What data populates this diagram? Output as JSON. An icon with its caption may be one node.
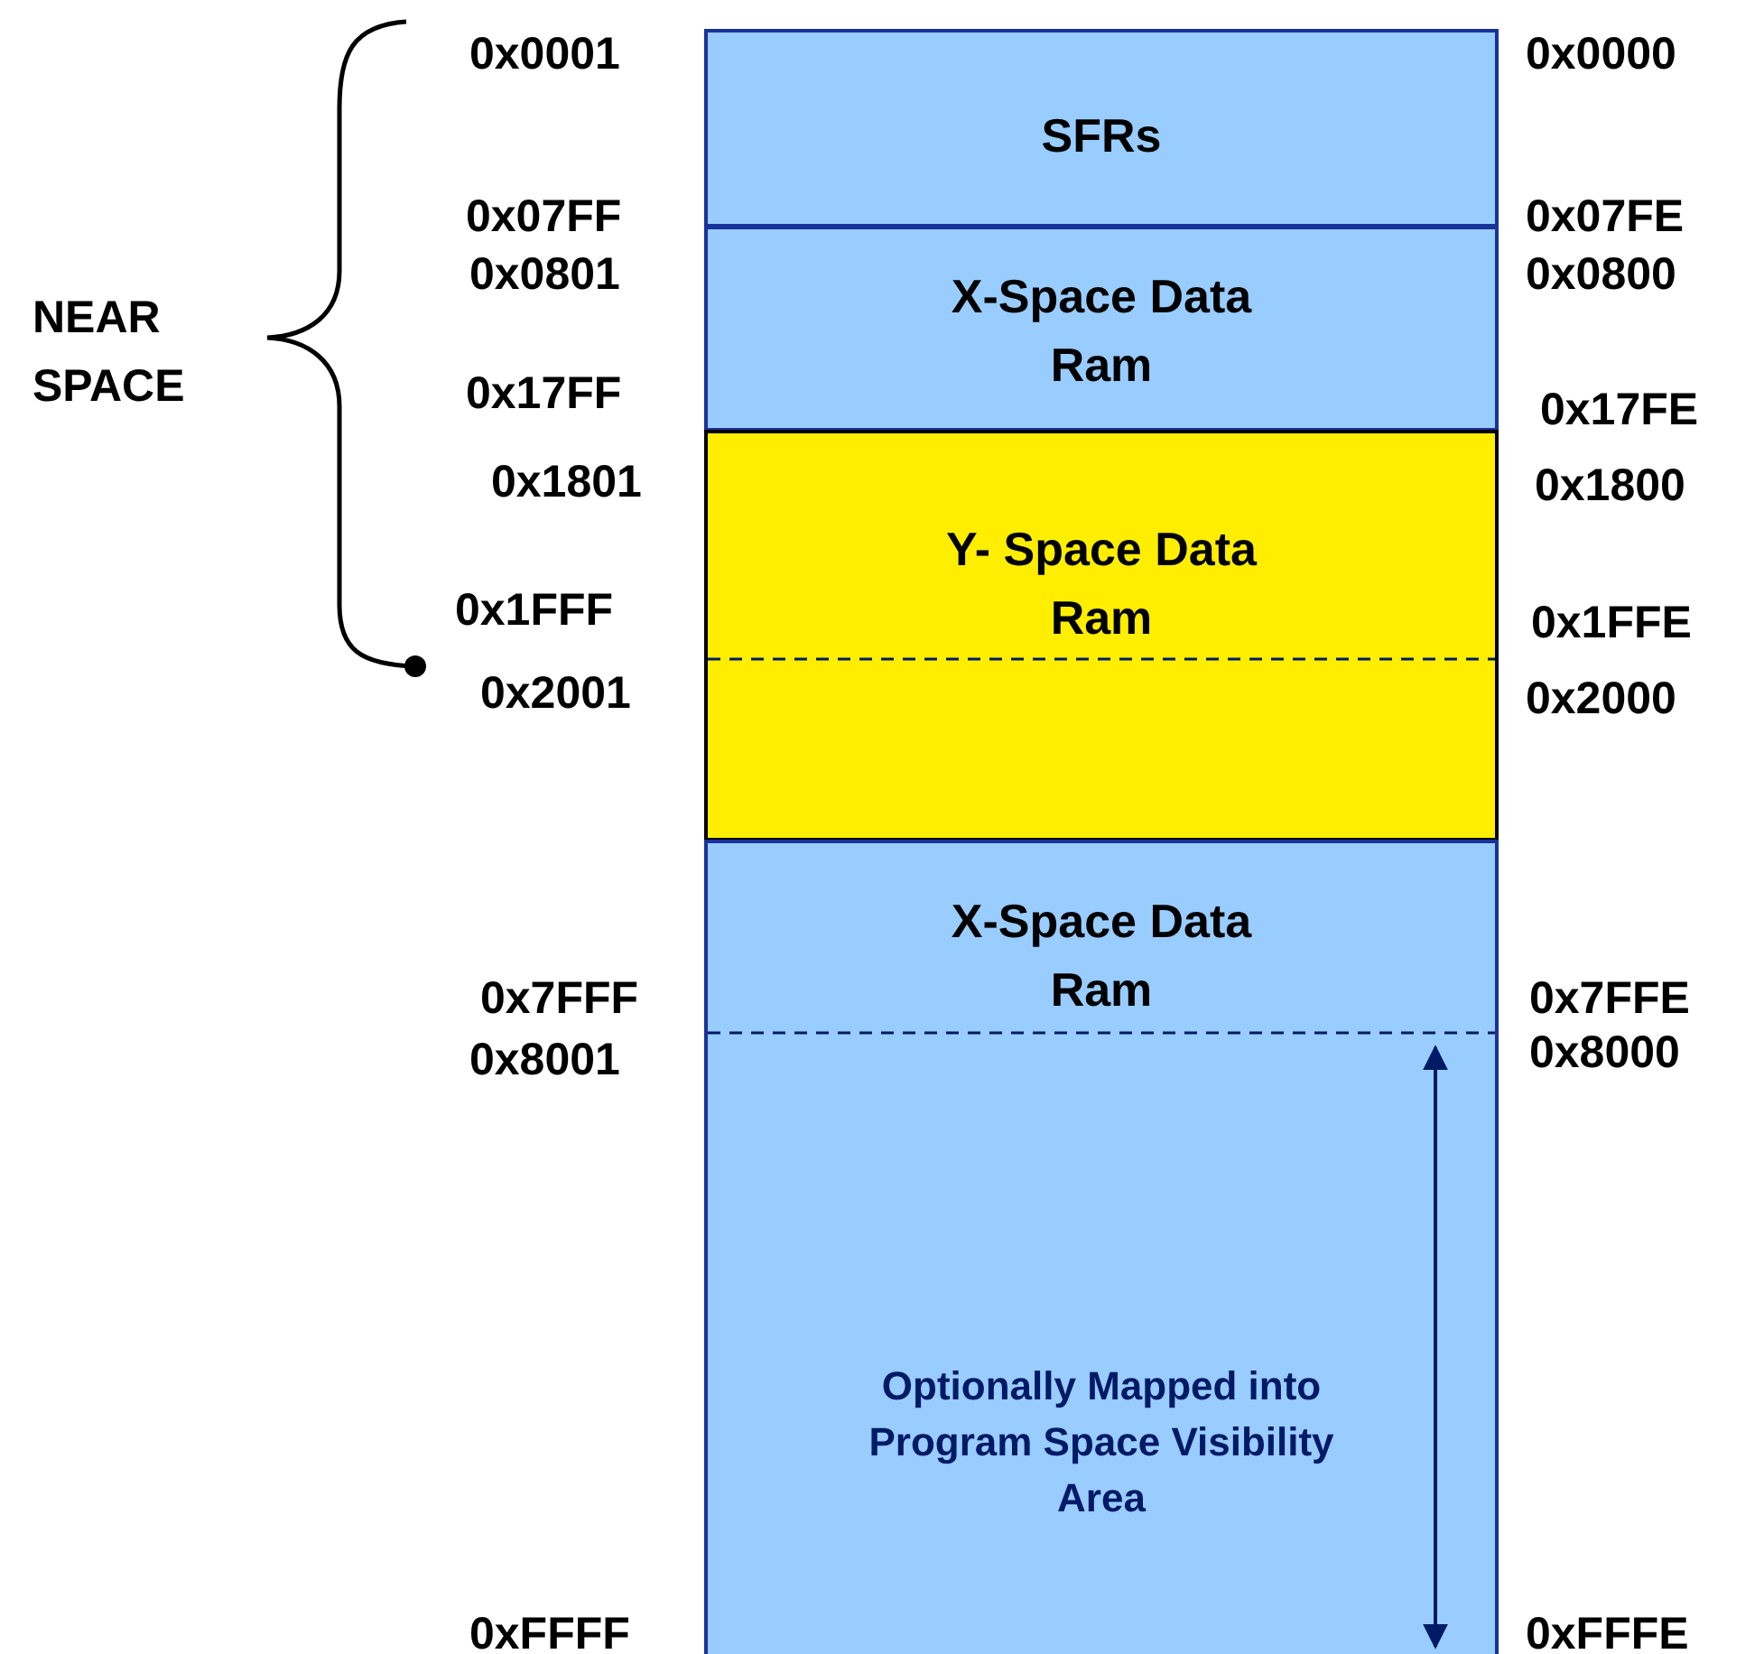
{
  "diagram": {
    "nodes": [
      {
        "text": [
          "SFRs"
        ]
      },
      {
        "text": [
          "X-Space Data Ram"
        ]
      },
      {
        "text": [
          "Y- Space Data Ram"
        ]
      },
      {
        "text": [
          "X-Space Data Ram",
          "Optionally Mapped into Program Space Visibility Area"
        ]
      }
    ],
    "edges": [],
    "labels": [
      "0x0001",
      "0x0000",
      "0x07FF",
      "0x07FE",
      "0x0801",
      "0x0800",
      "NEAR SPACE",
      "0x17FF",
      "0x17FE",
      "0x1801",
      "0x1800",
      "0x1FFF",
      "0x1FFE",
      "0x2001",
      "0x2000",
      "0x7FFF",
      "0x7FFE",
      "0x8001",
      "0x8000",
      "0xFFFF",
      "0xFFFE"
    ]
  }
}
